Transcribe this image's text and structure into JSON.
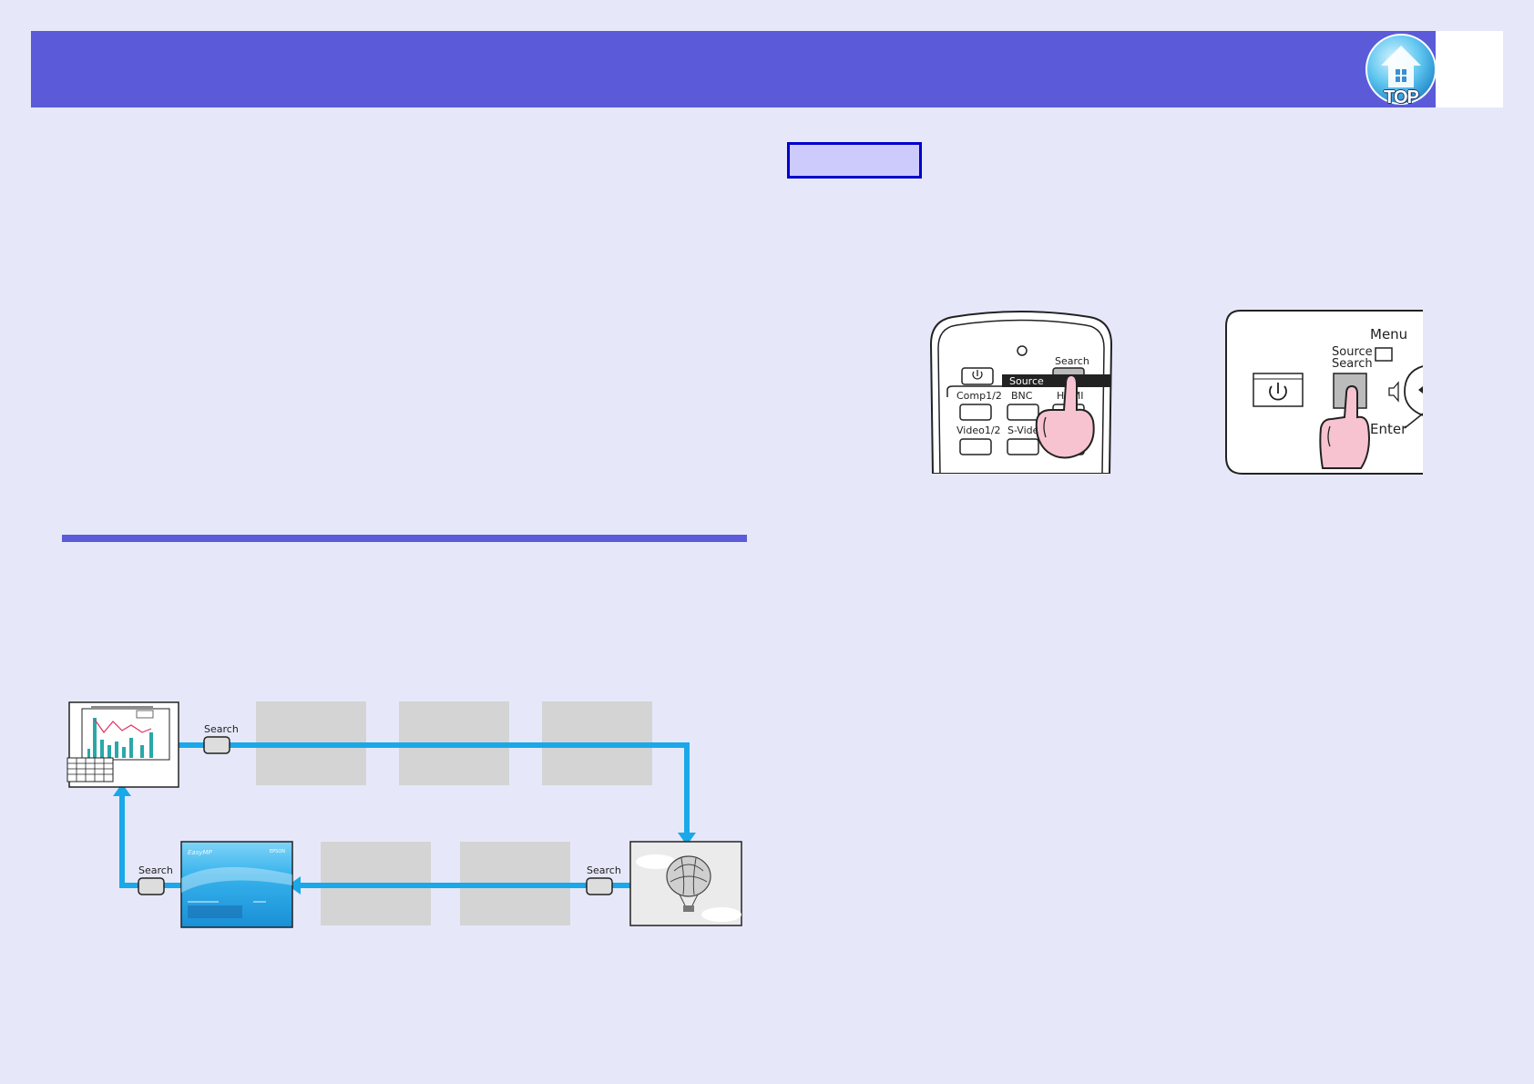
{
  "header": {
    "top_button": {
      "label": "TOP",
      "icon": "house-icon"
    },
    "colors": {
      "bar": "#5b5bd9",
      "page": "#e6e8fa",
      "procedure_box_fill": "#cccbfb",
      "procedure_box_border": "#0000cc"
    }
  },
  "remote": {
    "search_label": "Search",
    "source_label": "Source",
    "buttons": [
      "Comp1/2",
      "BNC",
      "HDMI",
      "Video1/2",
      "S-Video"
    ]
  },
  "control_panel": {
    "menu_label": "Menu",
    "source_search_label_1": "Source",
    "source_search_label_2": "Search",
    "enter_label": "Enter"
  },
  "cycle_diagram": {
    "search_label_top": "Search",
    "search_label_right": "Search",
    "search_label_left": "Search",
    "arrow_color": "#1aa8e8",
    "placeholder_color": "#d4d4d4",
    "easymp_screen": {
      "brand": "EasyMP",
      "maker": "EPSON"
    }
  }
}
